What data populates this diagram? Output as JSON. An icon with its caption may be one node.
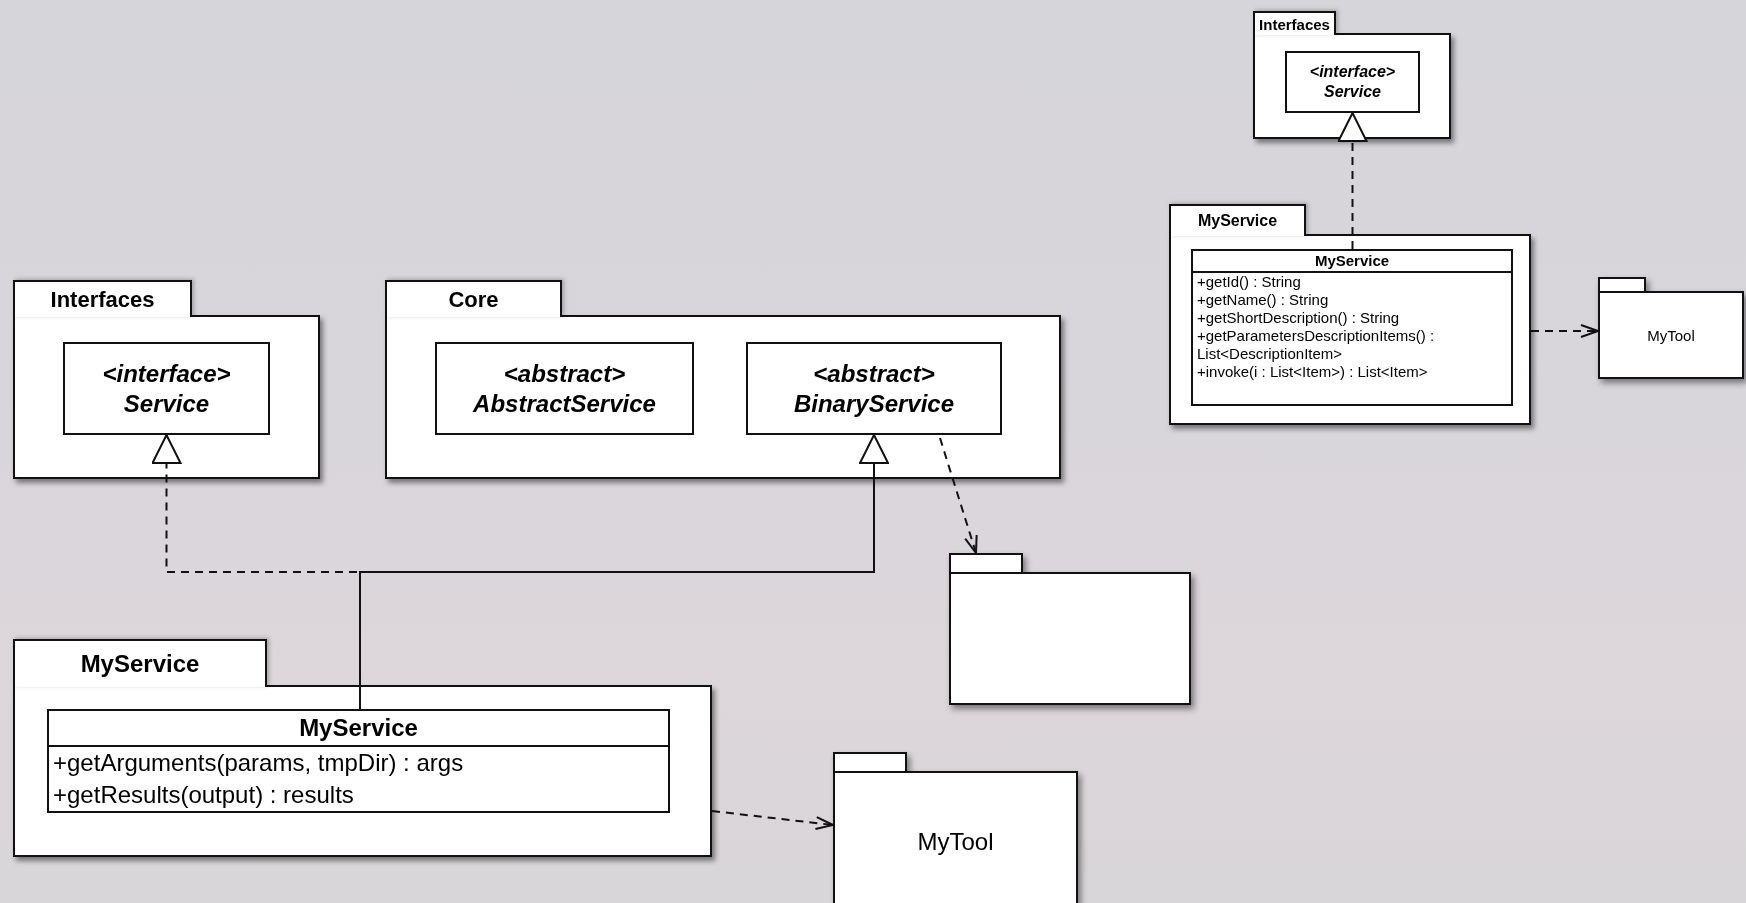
{
  "diagram": {
    "nodes": [
      {
        "text": [
          "Interfaces"
        ]
      },
      {
        "text": [
          "<interface>",
          "Service"
        ],
        "in": 0
      },
      {
        "text": [
          "Core"
        ]
      },
      {
        "text": [
          "<abstract>",
          "AbstractService"
        ],
        "in": 2
      },
      {
        "text": [
          "<abstract>",
          "BinaryService"
        ],
        "in": 2
      },
      {
        "text": [
          "MyService"
        ]
      },
      {
        "text": [
          "MyService",
          "+getArguments(params, tmpDir) : args",
          "+getResults(output) : results"
        ],
        "in": 5
      },
      {
        "text": [],
        "shape": "folder"
      },
      {
        "text": [
          "MyTool"
        ]
      },
      {
        "text": [
          "Interfaces"
        ]
      },
      {
        "text": [
          "<interface>",
          "Service"
        ],
        "in": 9
      },
      {
        "text": [
          "MyService"
        ]
      },
      {
        "text": [
          "MyService",
          "+getId() : String",
          "+getName() : String",
          "+getShortDescription() : String",
          "+getParametersDescriptionItems() : List<DescriptionItem>",
          "+invoke(i : List<Item>) : List<Item>"
        ],
        "in": 11
      },
      {
        "text": [
          "MyTool"
        ]
      }
    ],
    "edges": [
      {
        "from": 6,
        "to": 1,
        "arrow": "to",
        "style": "dashed"
      },
      {
        "from": 6,
        "to": 4,
        "arrow": "to"
      },
      {
        "from": 4,
        "to": 7,
        "arrow": "to",
        "style": "dashed"
      },
      {
        "from": 5,
        "to": 8,
        "arrow": "to",
        "style": "dashed"
      },
      {
        "from": 12,
        "to": 10,
        "arrow": "to",
        "style": "dashed"
      },
      {
        "from": 11,
        "to": 13,
        "arrow": "to",
        "style": "dashed"
      }
    ]
  }
}
